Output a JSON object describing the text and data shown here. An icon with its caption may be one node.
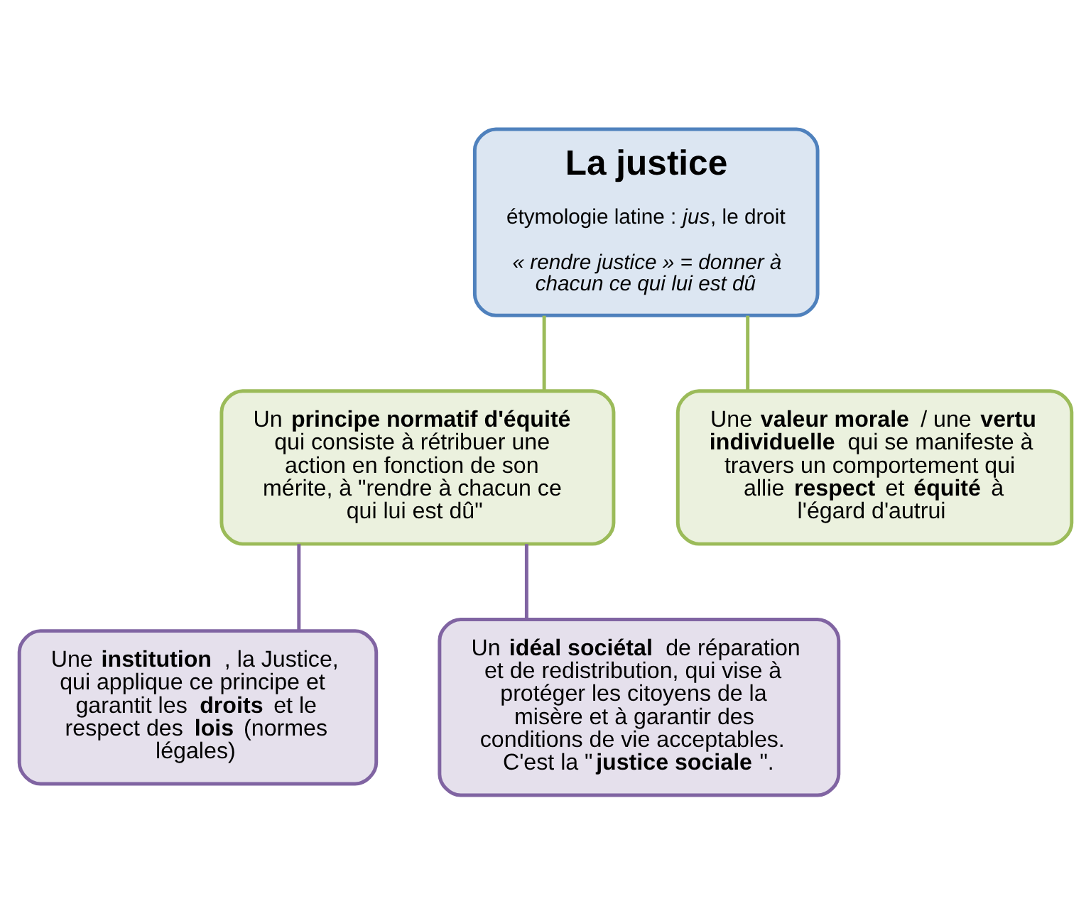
{
  "diagram": {
    "nodes": [
      {
        "text": [
          "La justice",
          "étymologie latine : *jus*, le droit",
          "« rendre justice » = donner à chacun ce qui lui est dû"
        ]
      },
      {
        "text": [
          "Un **principe normatif d'équité** qui consiste à rétribuer une action en fonction de son mérite, à \"rendre à chacun ce qui lui est dû\""
        ]
      },
      {
        "text": [
          "Une **valeur morale** / une **vertu individuelle** qui se manifeste à travers un comportement qui allie **respect** et **équité** à l'égard d'autrui"
        ]
      },
      {
        "text": [
          "Une **institution** , la Justice, qui applique ce principe et garantit les **droits** et le respect des **lois** (normes légales)"
        ]
      },
      {
        "text": [
          "Un **idéal sociétal** de réparation et de redistribution, qui vise à protéger les citoyens de la misère et à garantir des conditions de vie acceptables. C'est la \"**justice sociale**\"."
        ]
      }
    ],
    "edges": [
      {
        "from": 0,
        "to": 1,
        "arrow": "none",
        "color": "#9bbb59"
      },
      {
        "from": 0,
        "to": 2,
        "arrow": "none",
        "color": "#9bbb59"
      },
      {
        "from": 1,
        "to": 3,
        "arrow": "none",
        "color": "#8064a2"
      },
      {
        "from": 1,
        "to": 4,
        "arrow": "none",
        "color": "#8064a2"
      }
    ]
  }
}
